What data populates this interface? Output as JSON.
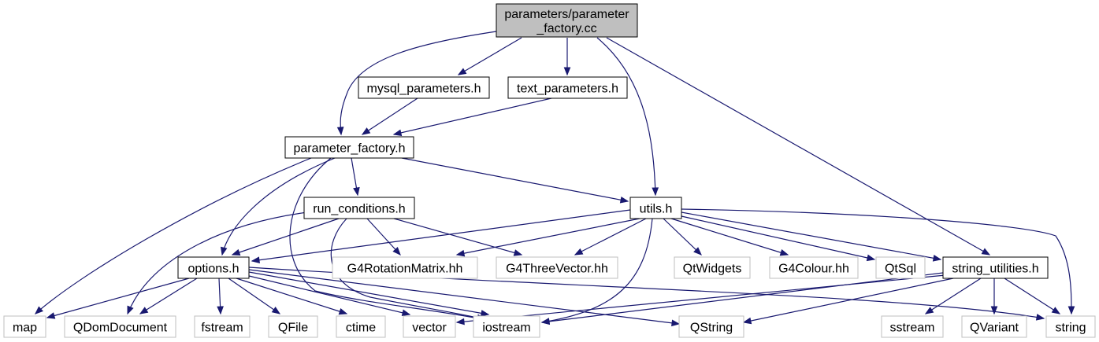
{
  "graph": {
    "title": "parameters/parameter_factory.cc",
    "colors": {
      "edge": "#191970",
      "root_fill": "#bfbfbf",
      "external_stroke": "#bfbfbf",
      "normal_stroke": "#000000"
    },
    "nodes": [
      {
        "id": "root",
        "label_lines": [
          "parameters/parameter",
          "_factory.cc"
        ],
        "kind": "root"
      },
      {
        "id": "mysql_parameters",
        "label_lines": [
          "mysql_parameters.h"
        ],
        "kind": "normal"
      },
      {
        "id": "text_parameters",
        "label_lines": [
          "text_parameters.h"
        ],
        "kind": "normal"
      },
      {
        "id": "parameter_factory",
        "label_lines": [
          "parameter_factory.h"
        ],
        "kind": "normal"
      },
      {
        "id": "run_conditions",
        "label_lines": [
          "run_conditions.h"
        ],
        "kind": "normal"
      },
      {
        "id": "utils",
        "label_lines": [
          "utils.h"
        ],
        "kind": "normal"
      },
      {
        "id": "options",
        "label_lines": [
          "options.h"
        ],
        "kind": "normal"
      },
      {
        "id": "g4rotationmatrix",
        "label_lines": [
          "G4RotationMatrix.hh"
        ],
        "kind": "external"
      },
      {
        "id": "g4threevector",
        "label_lines": [
          "G4ThreeVector.hh"
        ],
        "kind": "external"
      },
      {
        "id": "qtwidgets",
        "label_lines": [
          "QtWidgets"
        ],
        "kind": "external"
      },
      {
        "id": "g4colour",
        "label_lines": [
          "G4Colour.hh"
        ],
        "kind": "external"
      },
      {
        "id": "qtsql",
        "label_lines": [
          "QtSql"
        ],
        "kind": "external"
      },
      {
        "id": "string_utilities",
        "label_lines": [
          "string_utilities.h"
        ],
        "kind": "normal"
      },
      {
        "id": "map",
        "label_lines": [
          "map"
        ],
        "kind": "external"
      },
      {
        "id": "qdomdocument",
        "label_lines": [
          "QDomDocument"
        ],
        "kind": "external"
      },
      {
        "id": "fstream",
        "label_lines": [
          "fstream"
        ],
        "kind": "external"
      },
      {
        "id": "qfile",
        "label_lines": [
          "QFile"
        ],
        "kind": "external"
      },
      {
        "id": "ctime",
        "label_lines": [
          "ctime"
        ],
        "kind": "external"
      },
      {
        "id": "vector",
        "label_lines": [
          "vector"
        ],
        "kind": "external"
      },
      {
        "id": "iostream",
        "label_lines": [
          "iostream"
        ],
        "kind": "external"
      },
      {
        "id": "qstring",
        "label_lines": [
          "QString"
        ],
        "kind": "external"
      },
      {
        "id": "sstream",
        "label_lines": [
          "sstream"
        ],
        "kind": "external"
      },
      {
        "id": "qvariant",
        "label_lines": [
          "QVariant"
        ],
        "kind": "external"
      },
      {
        "id": "string",
        "label_lines": [
          "string"
        ],
        "kind": "external"
      }
    ],
    "edges": [
      [
        "root",
        "mysql_parameters"
      ],
      [
        "root",
        "text_parameters"
      ],
      [
        "root",
        "parameter_factory"
      ],
      [
        "root",
        "utils"
      ],
      [
        "root",
        "string_utilities"
      ],
      [
        "mysql_parameters",
        "parameter_factory"
      ],
      [
        "text_parameters",
        "parameter_factory"
      ],
      [
        "parameter_factory",
        "run_conditions"
      ],
      [
        "parameter_factory",
        "utils"
      ],
      [
        "parameter_factory",
        "options"
      ],
      [
        "parameter_factory",
        "map"
      ],
      [
        "parameter_factory",
        "iostream"
      ],
      [
        "run_conditions",
        "options"
      ],
      [
        "run_conditions",
        "g4rotationmatrix"
      ],
      [
        "run_conditions",
        "g4threevector"
      ],
      [
        "run_conditions",
        "iostream"
      ],
      [
        "run_conditions",
        "qdomdocument"
      ],
      [
        "utils",
        "options"
      ],
      [
        "utils",
        "g4rotationmatrix"
      ],
      [
        "utils",
        "g4threevector"
      ],
      [
        "utils",
        "qtwidgets"
      ],
      [
        "utils",
        "g4colour"
      ],
      [
        "utils",
        "qtsql"
      ],
      [
        "utils",
        "string_utilities"
      ],
      [
        "utils",
        "iostream"
      ],
      [
        "utils",
        "string"
      ],
      [
        "options",
        "map"
      ],
      [
        "options",
        "qdomdocument"
      ],
      [
        "options",
        "fstream"
      ],
      [
        "options",
        "qfile"
      ],
      [
        "options",
        "ctime"
      ],
      [
        "options",
        "vector"
      ],
      [
        "options",
        "iostream"
      ],
      [
        "options",
        "qstring"
      ],
      [
        "options",
        "string"
      ],
      [
        "string_utilities",
        "vector"
      ],
      [
        "string_utilities",
        "iostream"
      ],
      [
        "string_utilities",
        "qstring"
      ],
      [
        "string_utilities",
        "sstream"
      ],
      [
        "string_utilities",
        "qvariant"
      ],
      [
        "string_utilities",
        "string"
      ]
    ]
  }
}
